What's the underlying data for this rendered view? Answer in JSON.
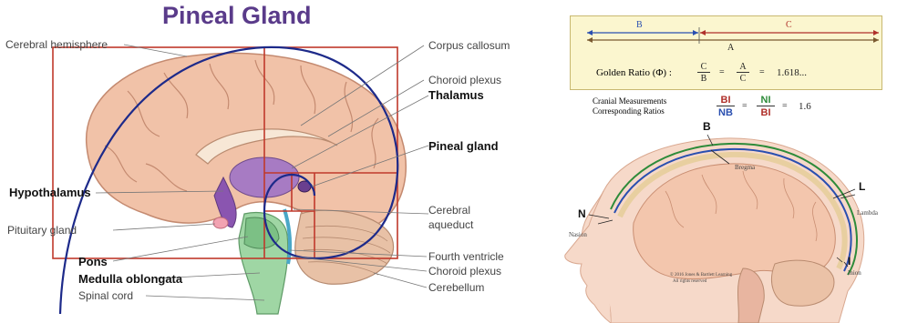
{
  "left": {
    "title": "Pineal Gland",
    "labels": {
      "cerebral_hemisphere": "Cerebral hemisphere",
      "hypothalamus": "Hypothalamus",
      "pituitary": "Pituitary gland",
      "pons": "Pons",
      "medulla": "Medulla oblongata",
      "spinal_cord": "Spinal cord",
      "corpus_callosum": "Corpus callosum",
      "choroid_plexus_top": "Choroid plexus",
      "thalamus": "Thalamus",
      "pineal": "Pineal gland",
      "aqueduct_1": "Cerebral",
      "aqueduct_2": "aqueduct",
      "fourth_ventricle": "Fourth ventricle",
      "choroid_plexus_bottom": "Choroid plexus",
      "cerebellum": "Cerebellum"
    }
  },
  "right": {
    "segment_b": "B",
    "segment_c": "C",
    "segment_a": "A",
    "golden_label": "Golden Ratio (Φ) :",
    "frac1_num": "C",
    "frac1_den": "B",
    "eq1": "=",
    "frac2_num": "A",
    "frac2_den": "C",
    "eq2": "=",
    "golden_value": "1.618...",
    "cranial_line1": "Cranial Measurements",
    "cranial_line2": "Corresponding Ratios",
    "frac3_num": "BI",
    "frac3_den": "NB",
    "eq3": "=",
    "frac4_num": "NI",
    "frac4_den": "BI",
    "eq4": "=",
    "cranial_value": "1.6",
    "head": {
      "b": "B",
      "bregma": "Bregma",
      "l": "L",
      "lambda": "Lambda",
      "n": "N",
      "nasion": "Nasion",
      "i": "I",
      "inion": "Inion",
      "copyright_1": "© 2016 Jones & Bartlett Learning",
      "copyright_2": "All rights reserved"
    }
  },
  "colors": {
    "title": "#5a3b8a",
    "rect": "#c0392b",
    "spiral": "#1d2a8a",
    "b_color": "#2a4fb0",
    "c_color": "#b0302a",
    "green": "#2e8b3a"
  }
}
